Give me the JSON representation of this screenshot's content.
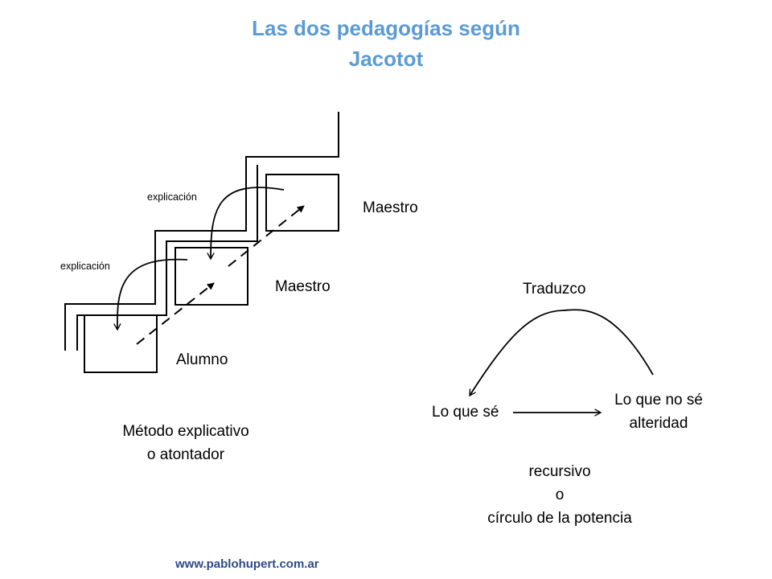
{
  "title": {
    "line1": "Las dos pedagogías según",
    "line2": "Jacotot"
  },
  "left_diagram": {
    "explanation_labels": [
      "explicación",
      "explicación"
    ],
    "box_labels": {
      "top": "Maestro",
      "middle": "Maestro",
      "bottom": "Alumno"
    },
    "caption": {
      "line1": "Método explicativo",
      "line2": "o atontador"
    }
  },
  "right_diagram": {
    "arc_label": "Traduzco",
    "left_node": "Lo que sé",
    "right_node": {
      "line1": "Lo que no sé",
      "line2": "alteridad"
    },
    "caption": {
      "line1": "recursivo",
      "line2": "o",
      "line3": "círculo de la potencia"
    }
  },
  "footer": {
    "link": "www.pablohupert.com.ar"
  },
  "colors": {
    "title": "#5b9bd5",
    "link": "#2e4a8a",
    "lines": "#000000"
  }
}
